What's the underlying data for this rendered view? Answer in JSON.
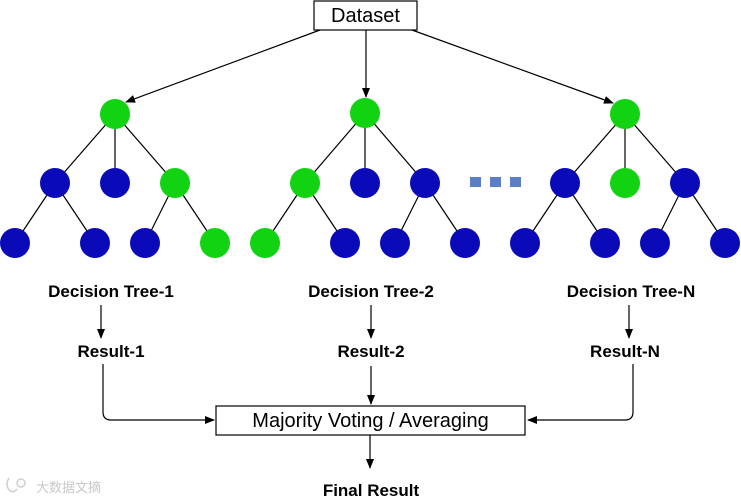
{
  "nodes": {
    "dataset": "Dataset",
    "aggregate": "Majority Voting / Averaging",
    "final": "Final Result"
  },
  "trees": [
    {
      "label": "Decision Tree-1",
      "result": "Result-1"
    },
    {
      "label": "Decision Tree-2",
      "result": "Result-2"
    },
    {
      "label": "Decision Tree-N",
      "result": "Result-N"
    }
  ],
  "watermark": "大数据文摘",
  "colors": {
    "green": "#11d311",
    "blue": "#0a0ab8",
    "ellipsis": "#5b7fc2",
    "line": "#000000"
  }
}
